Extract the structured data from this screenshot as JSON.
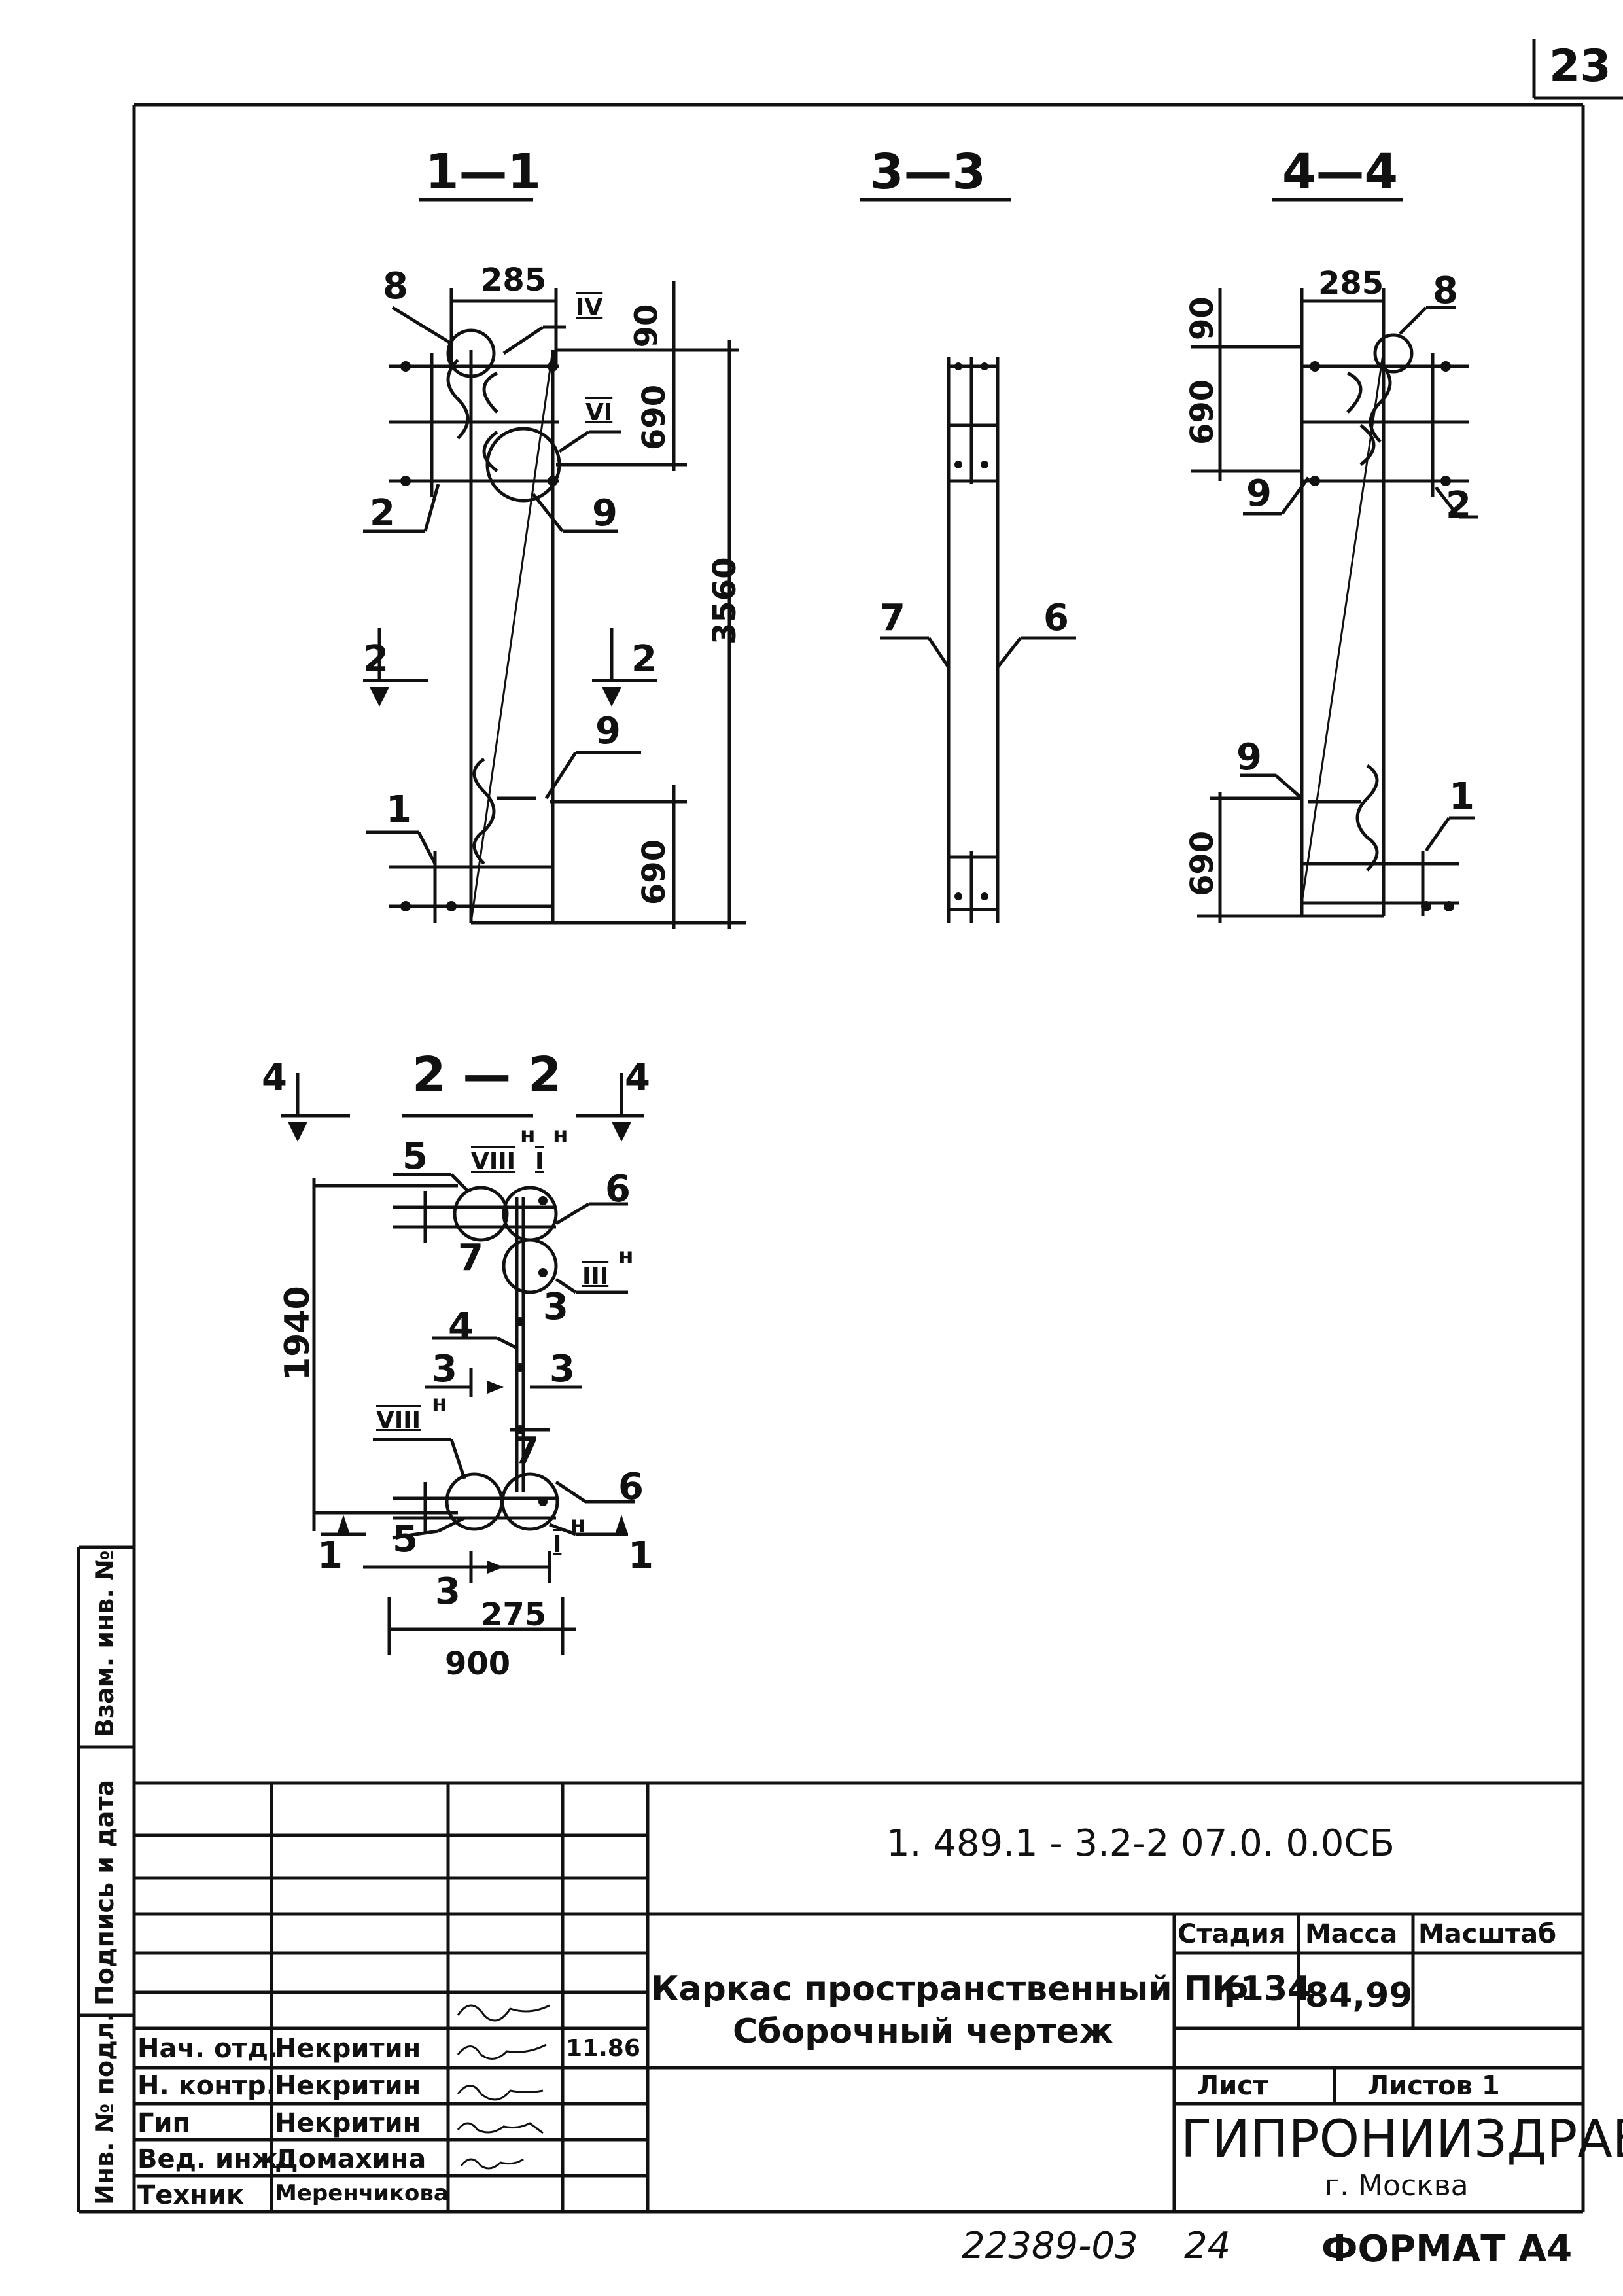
{
  "sheet_number": "23",
  "sections": {
    "s11": "1—1",
    "s33": "3—3",
    "s44": "4—4",
    "s22": "2 — 2"
  },
  "section_1_1": {
    "dim_width": "285",
    "dim_top": "90",
    "dim_690_top": "690",
    "dim_total": "3560",
    "dim_690_bottom": "690",
    "mark_8": "8",
    "mark_2": "2",
    "mark_9a": "9",
    "mark_9b": "9",
    "mark_1": "1",
    "detail_iv": "IV",
    "detail_vi": "VI",
    "cut_left_num": "2",
    "cut_right_num": "2"
  },
  "section_3_3": {
    "mark_7": "7",
    "mark_6": "6"
  },
  "section_4_4": {
    "dim_width": "285",
    "dim_top": "90",
    "dim_690_top": "690",
    "dim_690_bottom": "690",
    "mark_8": "8",
    "mark_9a": "9",
    "mark_2": "2",
    "mark_9b": "9",
    "mark_1": "1"
  },
  "section_2_2": {
    "cut_left": "4",
    "cut_right": "4",
    "dim_height": "1940",
    "dim_275": "275",
    "dim_900": "900",
    "mark_5a": "5",
    "mark_viii_a": "VIII",
    "mark_i_a": "I",
    "mark_h": "н",
    "mark_6a": "6",
    "mark_7a": "7",
    "mark_iii": "III",
    "mark_3a": "3",
    "mark_4": "4",
    "mark_3b": "3",
    "mark_3c": "3",
    "mark_viii_b": "VIII",
    "mark_7b": "7",
    "mark_6b": "6",
    "mark_5b": "5",
    "mark_i_b": "I",
    "cut_1_left": "1",
    "cut_1_right": "1",
    "cut_3_bottom": "3"
  },
  "side_stamp": {
    "inv_no_podl": "Инв. № подл.",
    "podpis_data": "Подпись и дата",
    "vzam_inv": "Взам. инв. №"
  },
  "title_block": {
    "document_code": "1. 489.1 - 3.2-2  07.0. 0.0СБ",
    "title_line1": "Каркас пространственный ПК134",
    "title_line2": "Сборочный  чертеж",
    "hdr_stage": "Стадия",
    "hdr_mass": "Масса",
    "hdr_scale": "Масштаб",
    "stage": "Р",
    "mass": "84,99",
    "sheet_label": "Лист",
    "sheets_label": "Листов 1",
    "organization": "ГИПРОНИИЗДРАВ",
    "city": "г. Москва",
    "roles": [
      {
        "role": "Нач. отд.",
        "name": "Некритин",
        "date": "11.86"
      },
      {
        "role": "Н. контр.",
        "name": "Некритин",
        "date": ""
      },
      {
        "role": "Гип",
        "name": "Некритин",
        "date": ""
      },
      {
        "role": "Вед. инж.",
        "name": "Домахина",
        "date": ""
      },
      {
        "role": "Техник",
        "name": "Меренчикова",
        "date": ""
      }
    ]
  },
  "footer": {
    "inventory": "22389-03",
    "page": "24",
    "format": "ФОРМАТ А4"
  }
}
